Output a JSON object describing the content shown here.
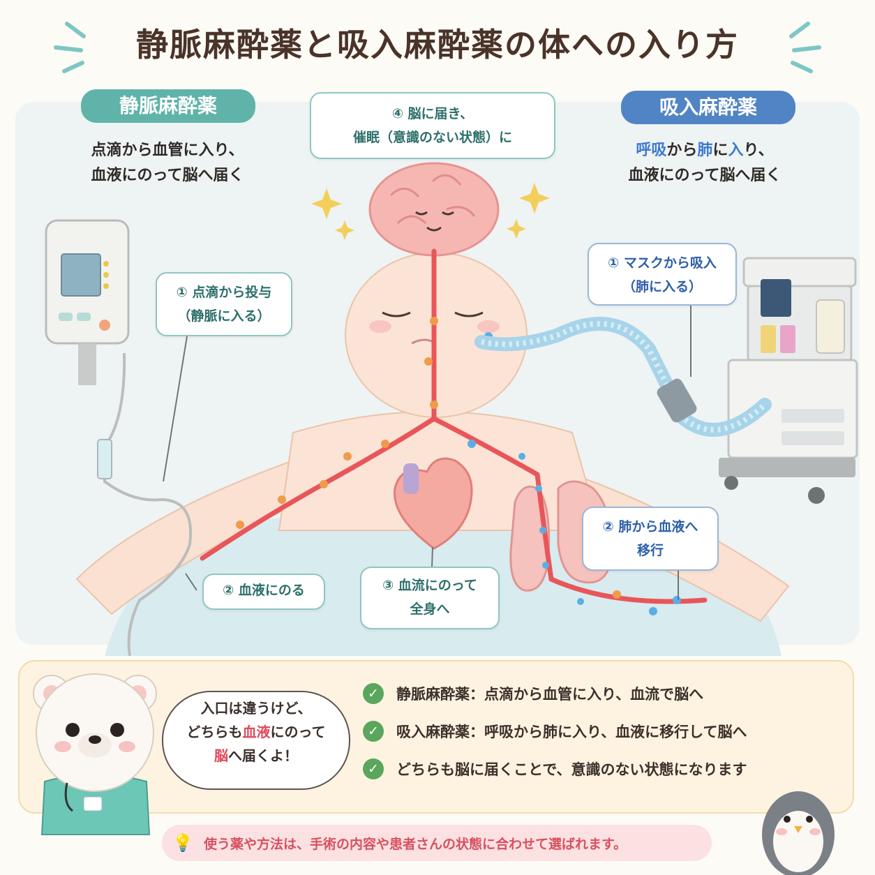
{
  "title": "静脈麻酔薬と吸入麻酔薬の体への入り方",
  "iv": {
    "label": "静脈麻酔薬",
    "desc_line1": "点滴から血管に入り、",
    "desc_line2": "血液にのって脳へ届く",
    "step1_line1": "① 点滴から投与",
    "step1_line2": "（静脈に入る）",
    "step2": "② 血液にのる"
  },
  "inhaled": {
    "label": "吸入麻酔薬",
    "desc_part1": "呼吸",
    "desc_part2": "から",
    "desc_part3": "肺",
    "desc_part4": "に",
    "desc_part5": "入",
    "desc_part6": "り、",
    "desc_line2": "血液にのって脳へ届く",
    "step1_line1": "① マスクから吸入",
    "step1_line2": "（肺に入る）",
    "step2_line1": "② 肺から血液へ",
    "step2_line2": "移行"
  },
  "shared": {
    "step3_line1": "③ 血流にのって",
    "step3_line2": "全身へ",
    "step4_line1": "④ 脳に届き、",
    "step4_line2": "催眠（意識のない状態）に"
  },
  "bear_speech": {
    "line1": "入口は違うけど、",
    "line2a": "どちらも",
    "line2b": "血液",
    "line2c": "にのって",
    "line3a": "脳",
    "line3b": "へ届くよ！"
  },
  "summary": [
    "静脈麻酔薬：点滴から血管に入り、血流で脳へ",
    "吸入麻酔薬：呼吸から肺に入り、血液に移行して脳へ",
    "どちらも脳に届くことで、意識のない状態になります"
  ],
  "note": "使う薬や方法は、手術の内容や患者さんの状態に合わせて選ばれます。",
  "colors": {
    "iv": "#5fb3a8",
    "inhaled": "#5184c4",
    "vessel": "#e8565a",
    "accent_red": "#e0485a"
  }
}
